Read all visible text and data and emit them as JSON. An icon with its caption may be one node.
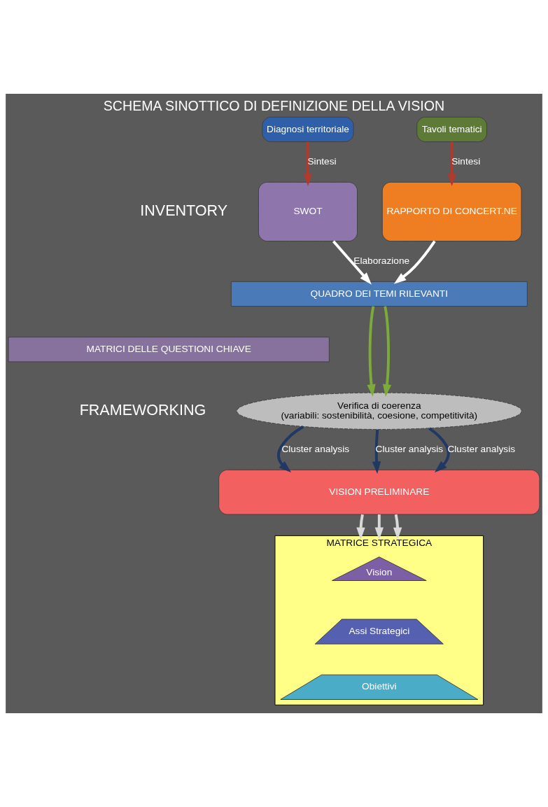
{
  "diagram": {
    "title": "SCHEMA SINOTTICO DI DEFINIZIONE DELLA VISION",
    "nodes": [
      {
        "text": [
          "Diagnosi territoriale"
        ]
      },
      {
        "text": [
          "Tavoli tematici"
        ]
      },
      {
        "text": [
          "SWOT"
        ]
      },
      {
        "text": [
          "RAPPORTO DI CONCERT.NE"
        ]
      },
      {
        "text": [
          "QUADRO DEI TEMI RILEVANTI"
        ]
      },
      {
        "text": [
          "MATRICI DELLE QUESTIONI CHIAVE"
        ]
      },
      {
        "text": [
          "Verifica di coerenza",
          "(variabili: sostenibilità, coesione, competitività)"
        ]
      },
      {
        "text": [
          "VISION PRELIMINARE"
        ]
      },
      {
        "text": [
          "MATRICE STRATEGICA"
        ]
      },
      {
        "text": [
          "Vision"
        ],
        "in": 8
      },
      {
        "text": [
          "Assi Strategici"
        ],
        "in": 8
      },
      {
        "text": [
          "Obiettivi"
        ],
        "in": 8
      }
    ],
    "edges": [
      {
        "from": 0,
        "to": 2,
        "arrow": "to",
        "label": "Sintesi",
        "color": "#b03a2e"
      },
      {
        "from": 1,
        "to": 3,
        "arrow": "to",
        "label": "Sintesi",
        "color": "#b03a2e"
      },
      {
        "from": 2,
        "to": 4,
        "arrow": "to",
        "label": "Elaborazione",
        "color": "#ffffff"
      },
      {
        "from": 3,
        "to": 4,
        "arrow": "to",
        "color": "#ffffff"
      },
      {
        "from": 4,
        "to": 6,
        "arrow": "to",
        "color": "#7cab3a"
      },
      {
        "from": 4,
        "to": 6,
        "arrow": "to",
        "color": "#7cab3a"
      },
      {
        "from": 6,
        "to": 7,
        "arrow": "to",
        "label": "Cluster analysis",
        "color": "#1f3864"
      },
      {
        "from": 6,
        "to": 7,
        "arrow": "to",
        "label": "Cluster analysis",
        "color": "#1f3864"
      },
      {
        "from": 6,
        "to": 7,
        "arrow": "to",
        "label": "Cluster analysis",
        "color": "#1f3864"
      },
      {
        "from": 7,
        "to": 8,
        "arrow": "to",
        "color": "#d9d9d9"
      },
      {
        "from": 7,
        "to": 8,
        "arrow": "to",
        "color": "#d9d9d9"
      },
      {
        "from": 7,
        "to": 8,
        "arrow": "to",
        "color": "#d9d9d9"
      }
    ],
    "labels": [
      "INVENTORY",
      "FRAMEWORKING"
    ]
  }
}
